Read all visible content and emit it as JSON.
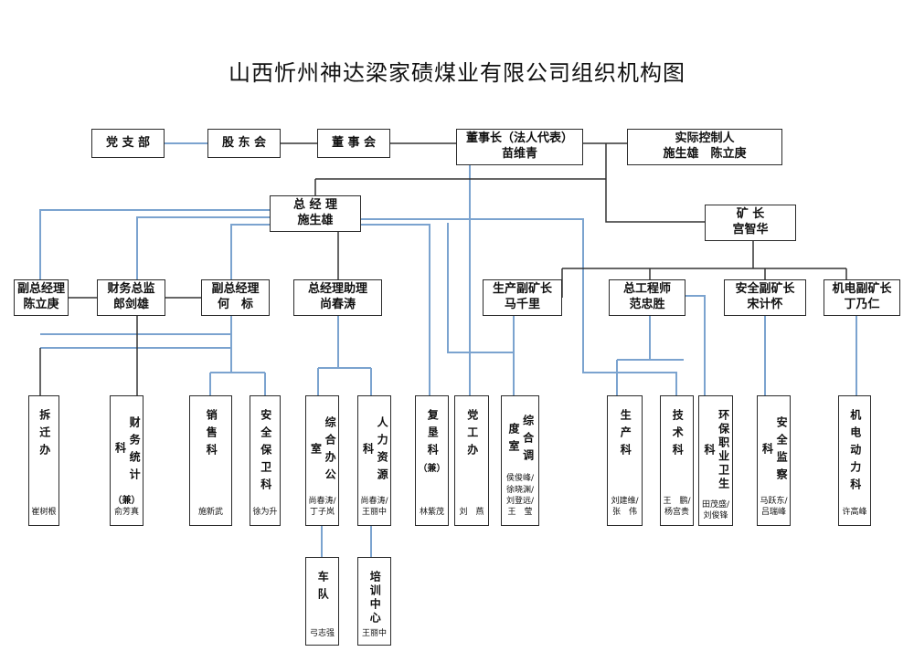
{
  "title": "山西忻州神达梁家碛煤业有限公司组织机构图",
  "top": {
    "party": "党 支 部",
    "shareholders": "股 东 会",
    "board": "董 事 会",
    "chairman": {
      "title": "董事长（法人代表）",
      "name": "苗维青"
    },
    "controller": {
      "title": "实际控制人",
      "name": "施生雄　陈立庚"
    },
    "gm": {
      "title": "总 经 理",
      "name": "施生雄"
    },
    "mine_chief": {
      "title": "矿 长",
      "name": "宫智华"
    }
  },
  "managers": [
    {
      "id": "vgm1",
      "title": "副总经理",
      "name": "陈立庚"
    },
    {
      "id": "cfo",
      "title": "财务总监",
      "name": "郎剑雄"
    },
    {
      "id": "vgm2",
      "title": "副总经理",
      "name": "何　标"
    },
    {
      "id": "gma",
      "title": "总经理助理",
      "name": "尚春涛"
    },
    {
      "id": "prod",
      "title": "生产副矿长",
      "name": "马千里"
    },
    {
      "id": "eng",
      "title": "总工程师",
      "name": "范忠胜"
    },
    {
      "id": "safe",
      "title": "安全副矿长",
      "name": "宋计怀"
    },
    {
      "id": "mech",
      "title": "机电副矿长",
      "name": "丁乃仁"
    }
  ],
  "departments": [
    {
      "id": "d1",
      "name": "拆迁办",
      "note": "",
      "staff": [
        "崔树根"
      ]
    },
    {
      "id": "d2",
      "name": "财务统计科",
      "note": "（兼）",
      "staff": [
        "俞芳真"
      ]
    },
    {
      "id": "d3",
      "name": "销售科",
      "note": "",
      "staff": [
        "施新武"
      ]
    },
    {
      "id": "d4",
      "name": "安全保卫科",
      "note": "",
      "staff": [
        "徐为升"
      ]
    },
    {
      "id": "d5",
      "name": "综合办公室",
      "note": "",
      "staff": [
        "尚春涛/",
        "丁子岚"
      ]
    },
    {
      "id": "d6",
      "name": "人力资源科",
      "note": "",
      "staff": [
        "尚春涛/",
        "王丽中"
      ]
    },
    {
      "id": "d7",
      "name": "复垦科",
      "note": "（兼）",
      "staff": [
        "林紫茂"
      ]
    },
    {
      "id": "d8",
      "name": "党工办",
      "note": "",
      "staff": [
        "刘　燕"
      ]
    },
    {
      "id": "d9",
      "name": "综合调度室",
      "note": "",
      "staff": [
        "侯俊峰/",
        "徐晓渊/",
        "刘登远/",
        "王　莹"
      ]
    },
    {
      "id": "d10",
      "name": "生产科",
      "note": "",
      "staff": [
        "刘建维/",
        "张　伟"
      ]
    },
    {
      "id": "d11",
      "name": "技术科",
      "note": "",
      "staff": [
        "王　鹏/",
        "杨宫贵"
      ]
    },
    {
      "id": "d12",
      "name": "环保职业卫生科",
      "note": "",
      "staff": [
        "田茂盛/",
        "刘俊锋"
      ]
    },
    {
      "id": "d13",
      "name": "安全监察科",
      "note": "",
      "staff": [
        "马跃东/",
        "吕瑞峰"
      ]
    },
    {
      "id": "d14",
      "name": "机电动力科",
      "note": "",
      "staff": [
        "许高峰"
      ]
    },
    {
      "id": "d15",
      "name": "车队",
      "note": "",
      "staff": [
        "弓志强"
      ]
    },
    {
      "id": "d16",
      "name": "培训中心",
      "note": "",
      "staff": [
        "王丽中"
      ]
    }
  ],
  "colors": {
    "line_blue": "#7ba3cf",
    "line_dark": "#333333",
    "border": "#2a2a2a"
  }
}
